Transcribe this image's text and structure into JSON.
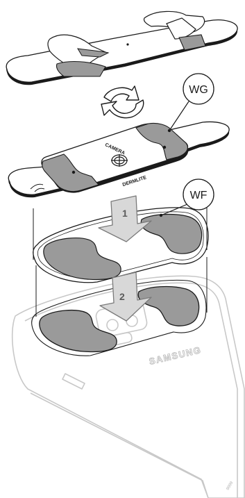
{
  "labels": {
    "wg": "WG",
    "wf": "WF",
    "step1": "1",
    "step2": "2"
  },
  "guide_text": {
    "line1": "CAMERA",
    "line2": "DERMLITE"
  },
  "phone_brand": "SAMSUNG",
  "colors": {
    "outline": "#1a1a1a",
    "pad_fill": "#9a9a9a",
    "pad_light": "#cfcfcf",
    "arrow_fill": "#d8d8d8",
    "arrow_stroke": "#7a7a7a",
    "phone_stroke": "#c8c8c8",
    "background": "#ffffff"
  }
}
